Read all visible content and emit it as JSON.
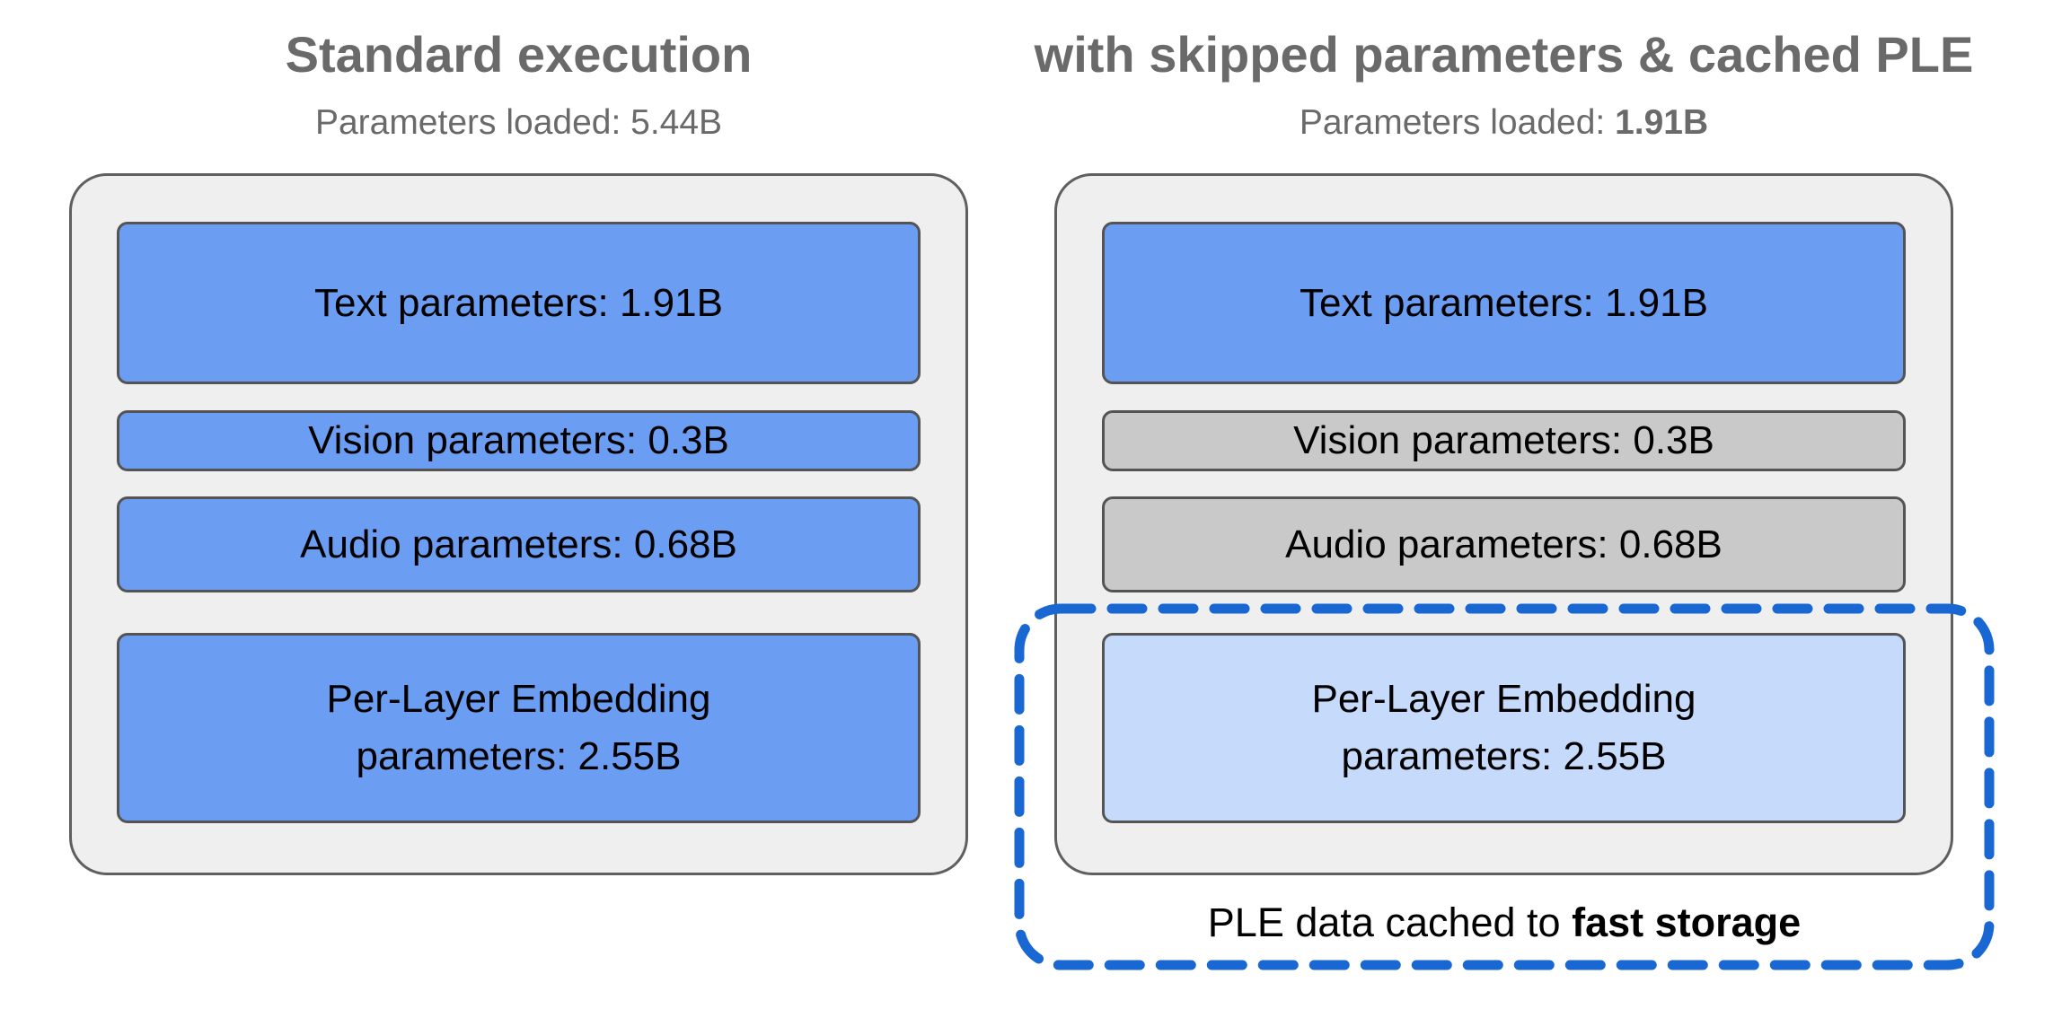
{
  "left": {
    "title": "Standard execution",
    "subtitle": "Parameters loaded: 5.44B",
    "boxes": [
      {
        "label": "Text parameters: 1.91B"
      },
      {
        "label": "Vision parameters: 0.3B"
      },
      {
        "label": "Audio parameters: 0.68B"
      },
      {
        "lines": [
          "Per-Layer Embedding",
          "parameters: 2.55B"
        ]
      }
    ]
  },
  "right": {
    "title": "with skipped parameters & cached PLE",
    "subtitle_label": "Parameters loaded: ",
    "subtitle_value": "1.91B",
    "boxes": [
      {
        "label": "Text parameters: 1.91B"
      },
      {
        "label": "Vision parameters: 0.3B"
      },
      {
        "label": "Audio parameters: 0.68B"
      },
      {
        "lines": [
          "Per-Layer Embedding",
          "parameters: 2.55B"
        ]
      }
    ],
    "caption_normal": "PLE data cached to ",
    "caption_bold": "fast storage"
  },
  "colors": {
    "box_blue": "#6b9df2",
    "box_gray": "#c9c9c9",
    "box_light_blue": "#c6dafb",
    "container_fill": "#efefef",
    "container_border": "#5f5f5f",
    "dashed_outline_blue": "#1967d2",
    "heading_gray": "#6a6a6a",
    "text_black": "#000000"
  }
}
